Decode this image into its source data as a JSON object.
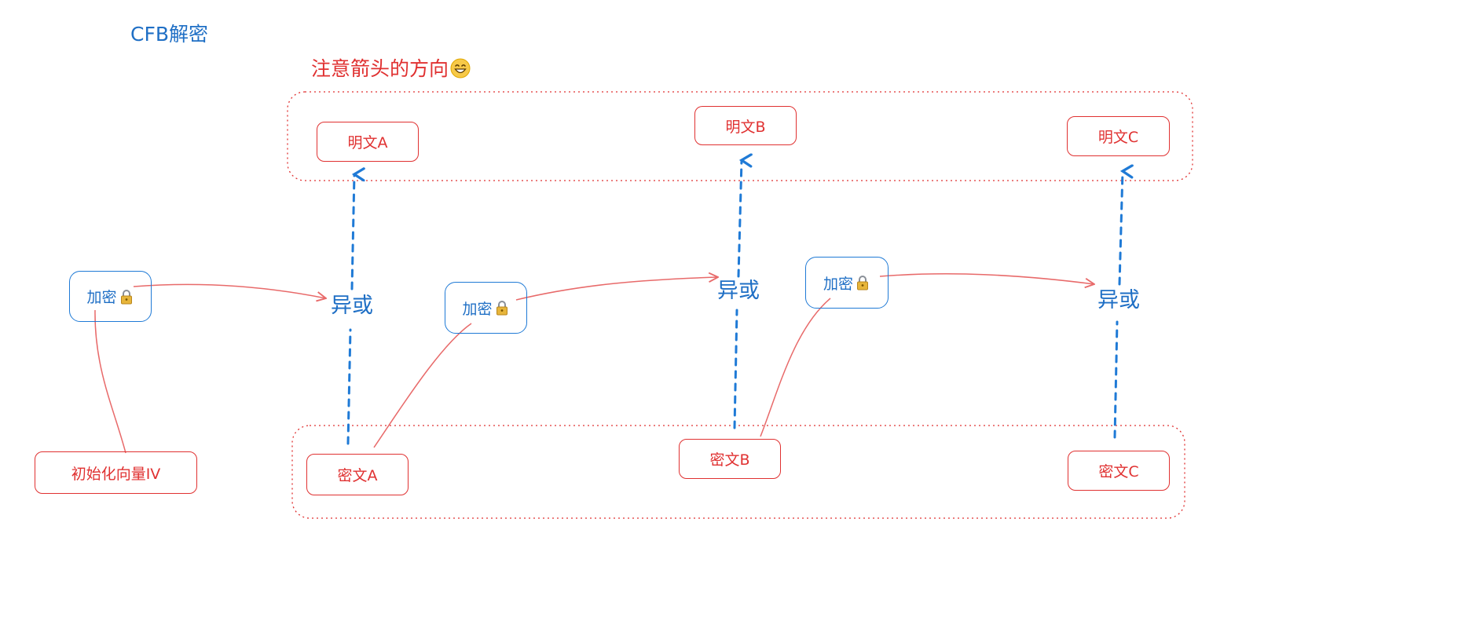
{
  "title": "CFB解密",
  "note": {
    "text": "注意箭头的方向",
    "emoji": "grinning-face-emoji"
  },
  "plaintext": [
    "明文A",
    "明文B",
    "明文C"
  ],
  "ciphertext": [
    "密文A",
    "密文B",
    "密文C"
  ],
  "encrypt": {
    "label": "加密",
    "icon": "lock-icon"
  },
  "xor_label": "异或",
  "iv": "初始化向量IV",
  "colors": {
    "red": "#e03131",
    "blue": "#1f6fc5",
    "dotted_group": "#e03131",
    "arrow_red": "#e86a6a",
    "arrow_blue": "#1f7ad6"
  }
}
